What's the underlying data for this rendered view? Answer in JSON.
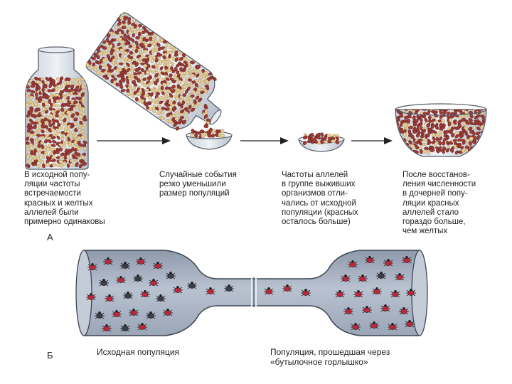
{
  "panel_a": {
    "label": "А",
    "captions": [
      "В исходной попу-\nляции частоты\nвстречаемости\nкрасных и желтых\nаллелей были\nпримерно одинаковы",
      "Случайные события\nрезко уменьшили\nразмер популяций",
      "Частоты аллелей\nв группе выживших\nорганизмов отли-\nчались от исходной\nпопуляции (красных\nосталось больше)",
      "После восстанов-\nления численности\nв дочерней попу-\nляции красных\nаллелей стало\nгораздо больше,\nчем желтых"
    ]
  },
  "panel_b": {
    "label": "Б",
    "left_caption": "Исходная популяция",
    "right_caption": "Популяция, прошедшая через\n«бутылочное горлышко»"
  },
  "colors": {
    "bean_red": "#9e3a33",
    "bean_yellow": "#e6cf9a",
    "glass": "#aab3c2",
    "bug_red": "#c0263a",
    "bug_dark": "#3a3e48"
  }
}
